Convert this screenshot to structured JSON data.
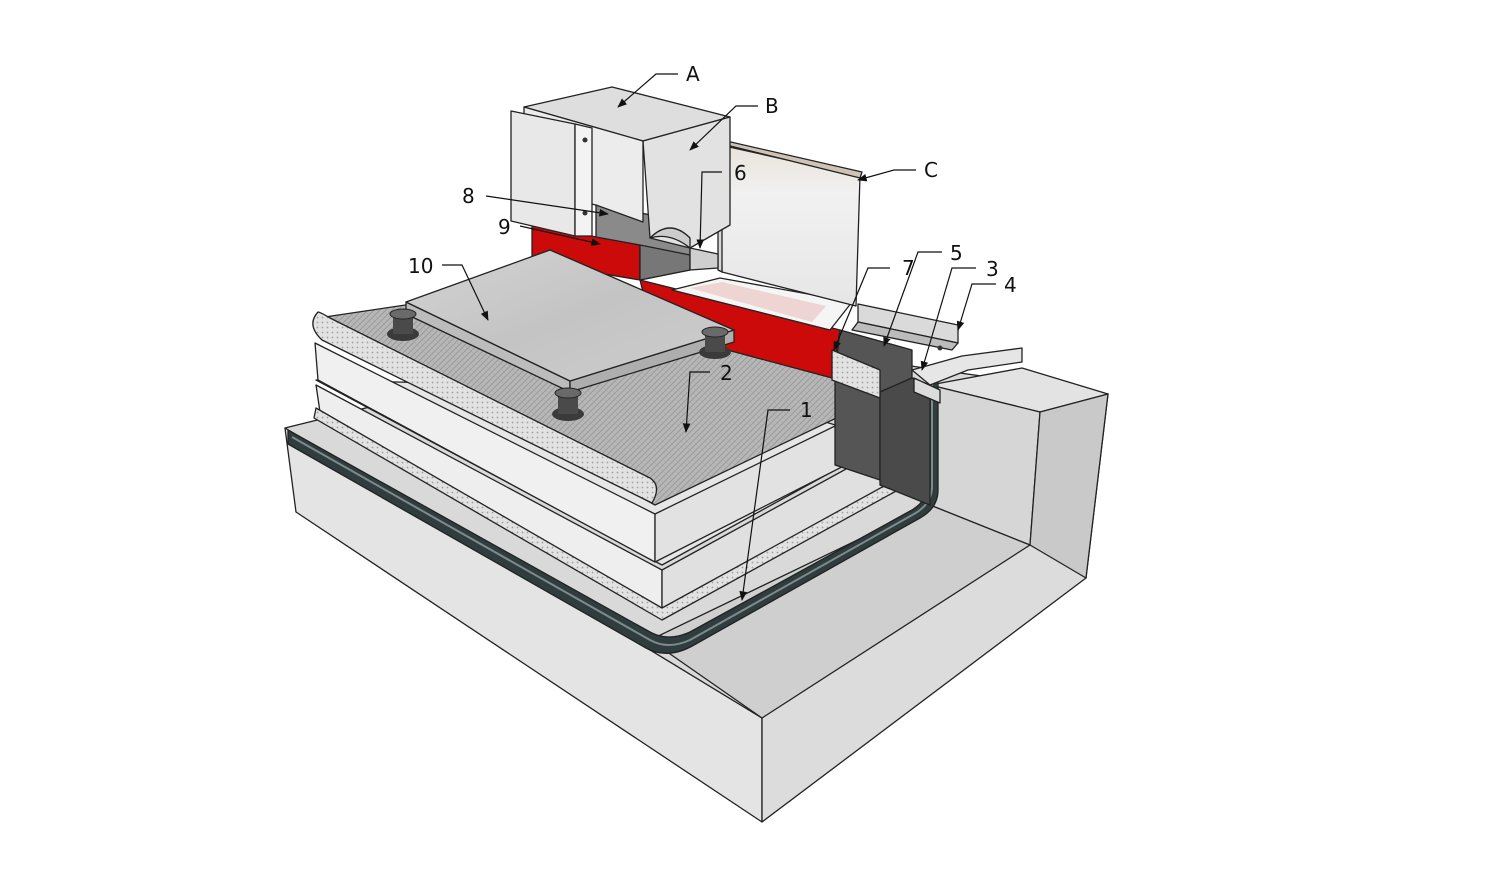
{
  "labels": {
    "A": "A",
    "B": "B",
    "C": "C",
    "n1": "1",
    "n2": "2",
    "n3": "3",
    "n4": "4",
    "n5": "5",
    "n6": "6",
    "n7": "7",
    "n8": "8",
    "n9": "9",
    "n10": "10"
  },
  "colors": {
    "concrete_light": "#e6e6e6",
    "concrete_mid": "#d4d4d4",
    "concrete_dark": "#bdbdbd",
    "membrane_dark": "#2f3d3f",
    "insulation": "#ececec",
    "gravel_mat": "#b3b3b3",
    "red_band": "#cc0a0a",
    "paver": "#c9c9c9",
    "metal_grey": "#dadada",
    "glass": "#f2f2f2",
    "upstand_dark": "#555555"
  }
}
